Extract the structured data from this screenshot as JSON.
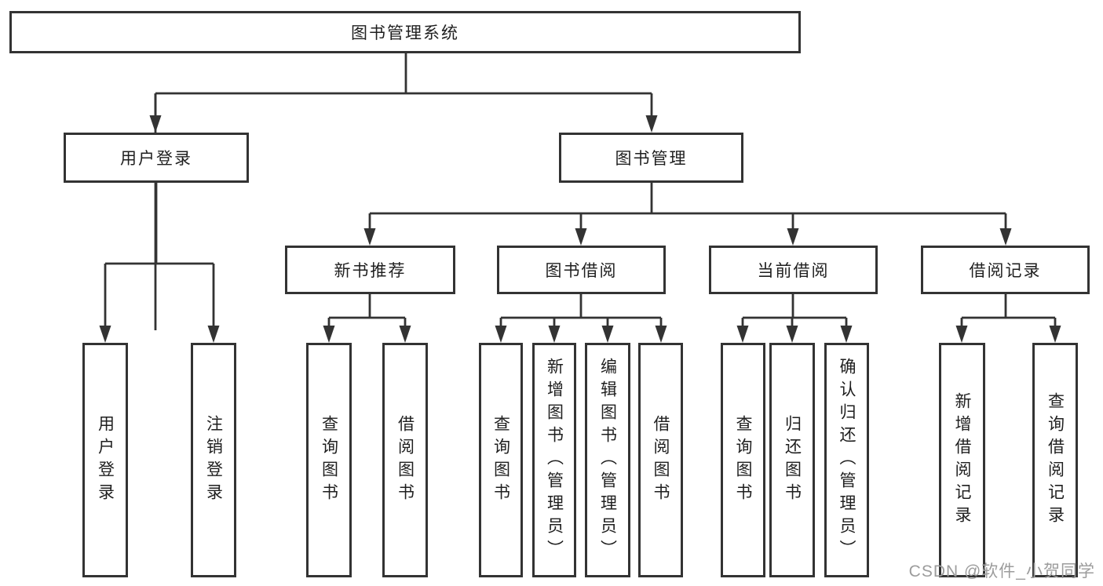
{
  "diagram": {
    "root": {
      "label": "图书管理系统"
    },
    "branches": [
      {
        "label": "用户登录",
        "children": [
          {
            "label": "用户登录"
          },
          {
            "label": "注销登录"
          }
        ]
      },
      {
        "label": "图书管理",
        "children": [
          {
            "label": "新书推荐",
            "children": [
              {
                "label": "查询图书"
              },
              {
                "label": "借阅图书"
              }
            ]
          },
          {
            "label": "图书借阅",
            "children": [
              {
                "label": "查询图书"
              },
              {
                "label": "新增图书（管理员）"
              },
              {
                "label": "编辑图书（管理员）"
              },
              {
                "label": "借阅图书"
              }
            ]
          },
          {
            "label": "当前借阅",
            "children": [
              {
                "label": "查询图书"
              },
              {
                "label": "归还图书"
              },
              {
                "label": "确认归还（管理员）"
              }
            ]
          },
          {
            "label": "借阅记录",
            "children": [
              {
                "label": "新增借阅记录"
              },
              {
                "label": "查询借阅记录"
              }
            ]
          }
        ]
      }
    ],
    "watermark": "CSDN @软件_小贺同学",
    "colors": {
      "line": "#333333",
      "text": "#1f1f1f",
      "watermark": "#9c9c9c",
      "background": "#ffffff"
    }
  }
}
